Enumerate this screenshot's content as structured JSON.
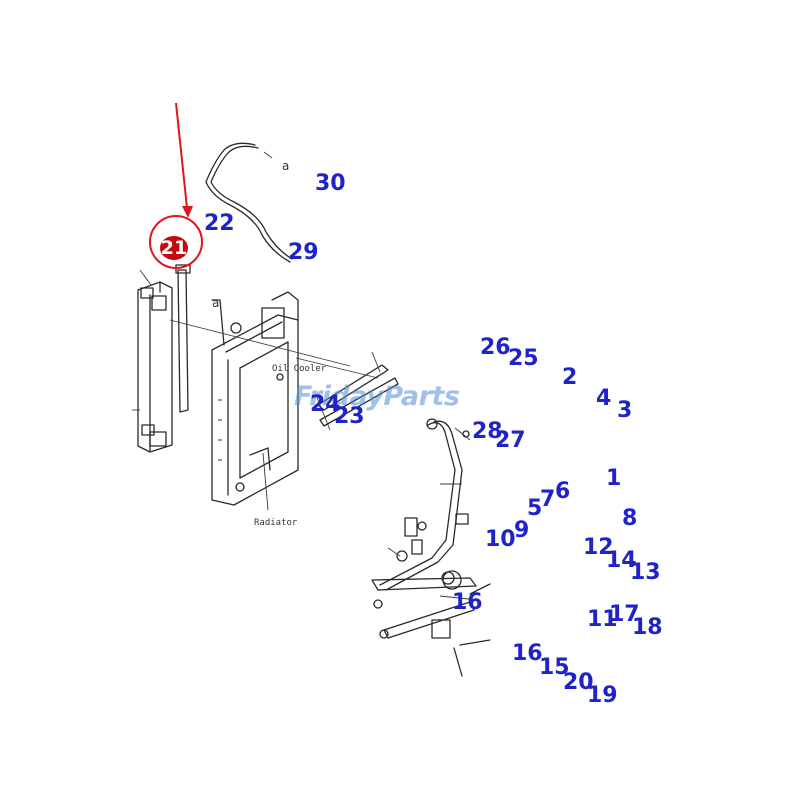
{
  "watermark": "FridayParts",
  "drawing_labels": {
    "oil_cooler": "Oil Cooler",
    "radiator": "Radiator",
    "ref_a_top": "a",
    "ref_a_mid": "a"
  },
  "highlight": {
    "part": "21",
    "color": "#e0141b"
  },
  "callouts": {
    "c30": "30",
    "c22": "22",
    "c29": "29",
    "c26": "26",
    "c25": "25",
    "c2": "2",
    "c4": "4",
    "c3": "3",
    "c24": "24",
    "c23": "23",
    "c28": "28",
    "c27": "27",
    "c1": "1",
    "c7": "7",
    "c6": "6",
    "c5": "5",
    "c9": "9",
    "c10": "10",
    "c8": "8",
    "c12": "12",
    "c14": "14",
    "c13": "13",
    "c16a": "16",
    "c11": "11",
    "c17": "17",
    "c18": "18",
    "c16b": "16",
    "c15": "15",
    "c20": "20",
    "c19": "19"
  },
  "colors": {
    "callout": "#1f23c8",
    "line": "#2a2a2a",
    "arrow": "#e0141b"
  }
}
